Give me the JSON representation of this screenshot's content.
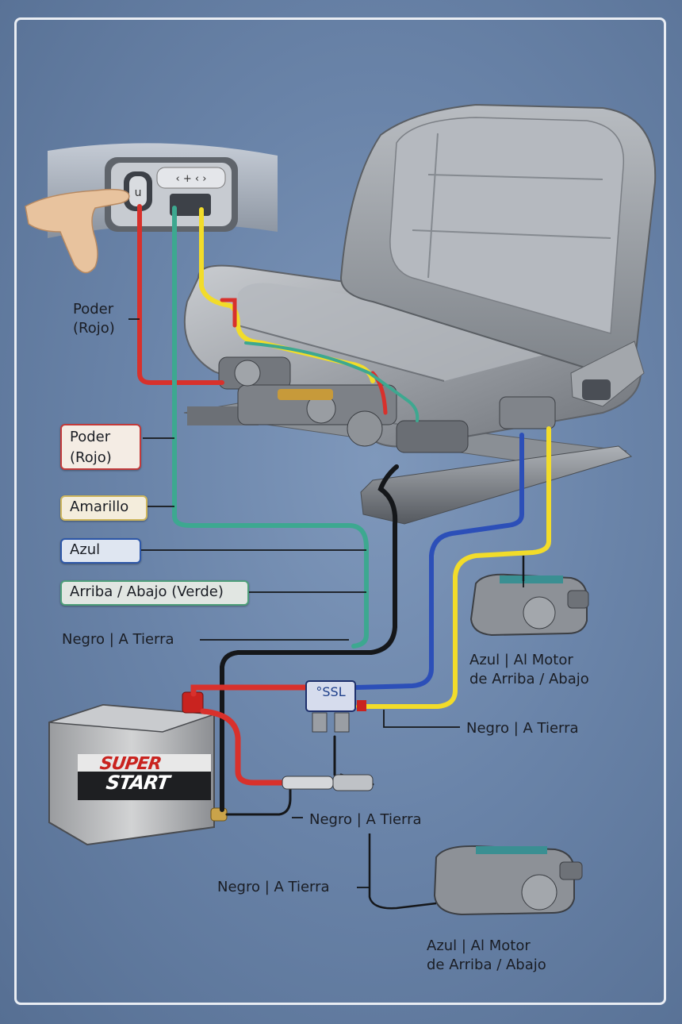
{
  "labels": {
    "poder_rojo_top": "Poder\n(Rojo)",
    "poder_rojo_box": "Poder\n(Rojo)",
    "amarillo": "Amarillo",
    "azul": "Azul",
    "arriba_abajo_verde": "Arriba / Abajo (Verde)",
    "negro_tierra_1": "Negro | A Tierra",
    "azul_motor_1": "Azul | Al Motor\nde Arriba / Abajo",
    "negro_tierra_2": "Negro | A Tierra",
    "negro_tierra_3": "Negro | A Tierra",
    "negro_tierra_4": "Negro | A Tierra",
    "azul_motor_2": "Azul | Al Motor\nde Arriba / Abajo"
  },
  "battery": {
    "brand_top": "SUPER",
    "brand_bottom": "START"
  },
  "relay": {
    "label": "°SSL"
  },
  "colors": {
    "red_wire": "#d8312c",
    "yellow_wire": "#f2dc2a",
    "blue_wire": "#2c4fb8",
    "green_wire": "#3da890",
    "black_wire": "#15171a"
  }
}
